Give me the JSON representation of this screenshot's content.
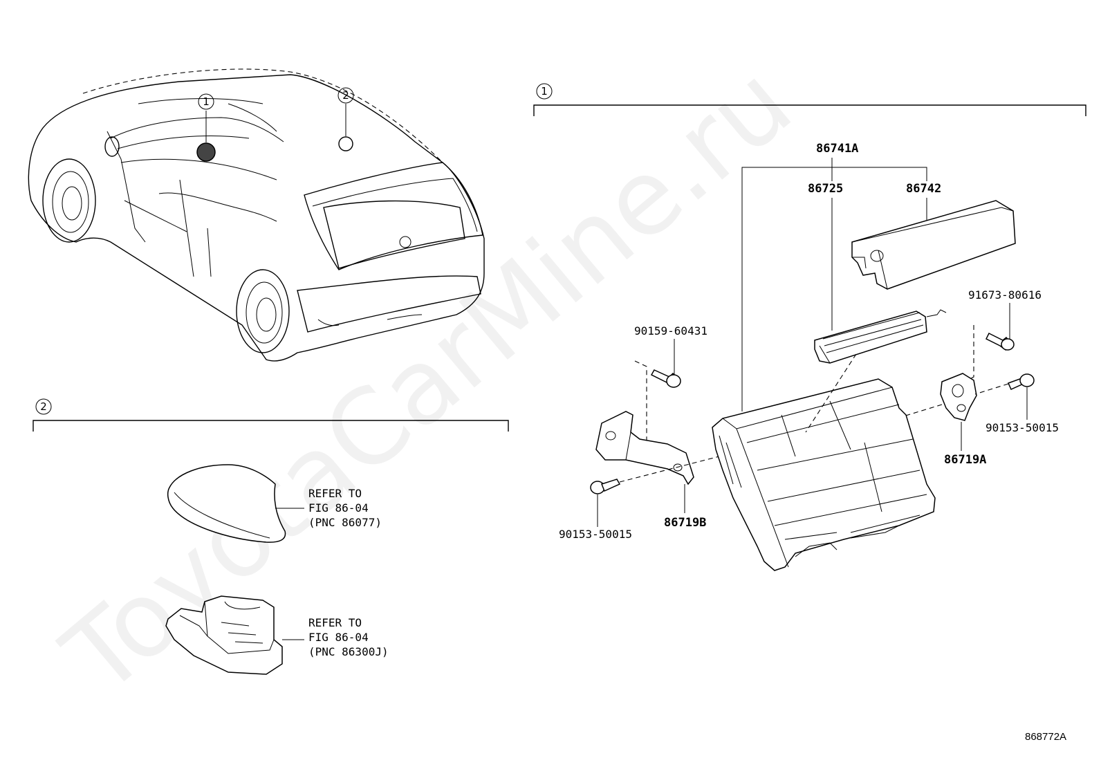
{
  "watermark": "ToyotaCarMine.ru",
  "figure_id": "868772A",
  "callouts": {
    "one": "1",
    "two": "2"
  },
  "parts": {
    "p86741A": "86741A",
    "p86725": "86725",
    "p86742": "86742",
    "p91673": "91673-80616",
    "p90159": "90159-60431",
    "p90153_right": "90153-50015",
    "p86719A": "86719A",
    "p86719B": "86719B",
    "p90153_left": "90153-50015"
  },
  "refs": [
    {
      "line1": "REFER TO",
      "line2": "FIG 86-04",
      "line3": "(PNC 86077)"
    },
    {
      "line1": "REFER TO",
      "line2": "FIG 86-04",
      "line3": "(PNC 86300J)"
    }
  ]
}
